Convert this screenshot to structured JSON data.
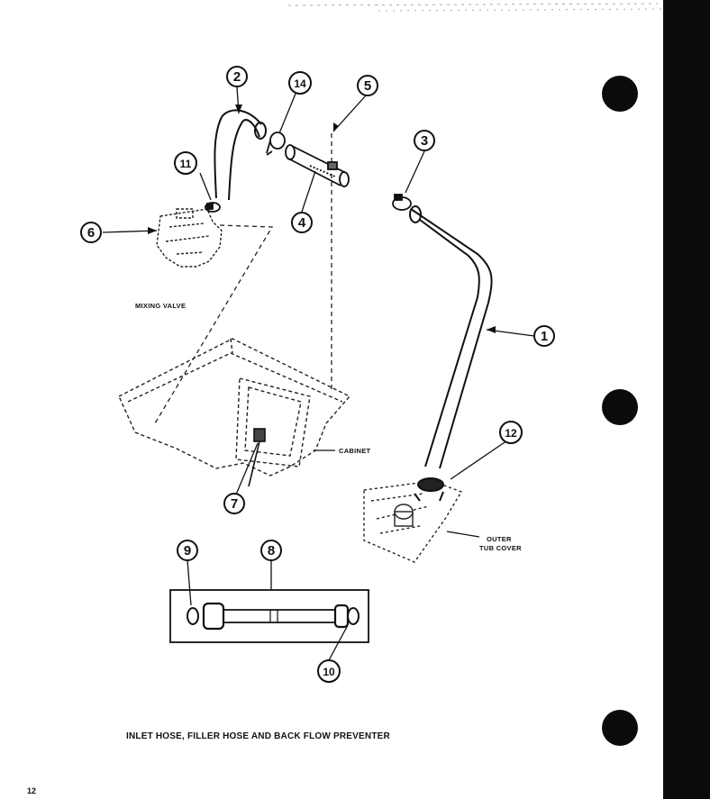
{
  "callouts": {
    "c1": "1",
    "c2": "2",
    "c3": "3",
    "c4": "4",
    "c5": "5",
    "c6": "6",
    "c7": "7",
    "c8": "8",
    "c9": "9",
    "c10": "10",
    "c11": "11",
    "c12": "12",
    "c14": "14"
  },
  "labels": {
    "mixing_valve": "MIXING VALVE",
    "cabinet": "CABINET",
    "outer_tub_cover_line1": "OUTER",
    "outer_tub_cover_line2": "TUB COVER"
  },
  "caption": "INLET HOSE, FILLER HOSE AND BACK FLOW PREVENTER",
  "page_number": "12",
  "colors": {
    "ink": "#111111",
    "page_edge": "#0b0b0b",
    "paper": "#ffffff"
  }
}
